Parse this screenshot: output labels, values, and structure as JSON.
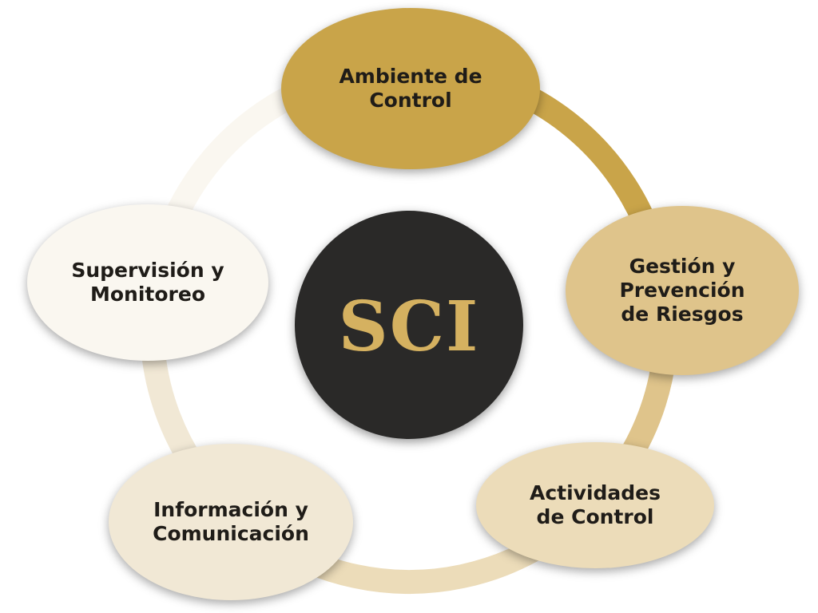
{
  "diagram": {
    "center": {
      "label": "SCI"
    },
    "nodes": [
      {
        "id": "ambiente",
        "label": "Ambiente de\nControl"
      },
      {
        "id": "gestion",
        "label": "Gestión y\nPrevención\nde Riesgos"
      },
      {
        "id": "actividades",
        "label": "Actividades\nde Control"
      },
      {
        "id": "informacion",
        "label": "Información y\nComunicación"
      },
      {
        "id": "supervision",
        "label": "Supervisión y\nMonitoreo"
      }
    ]
  },
  "colors": {
    "ambiente_fill": "#c9a449",
    "gestion_fill": "#dfc48b",
    "actividades_fill": "#ecdcb9",
    "informacion_fill": "#f1e8d5",
    "supervision_fill": "#faf7f0",
    "center_fill": "#2a2928",
    "center_text": "#d5b160",
    "ring_gold": "#c9a449",
    "ring_tan": "#dfc48b",
    "ring_beige": "#ecdcb9",
    "ring_cream": "#f1e8d5",
    "ring_pale": "#faf7f0"
  }
}
